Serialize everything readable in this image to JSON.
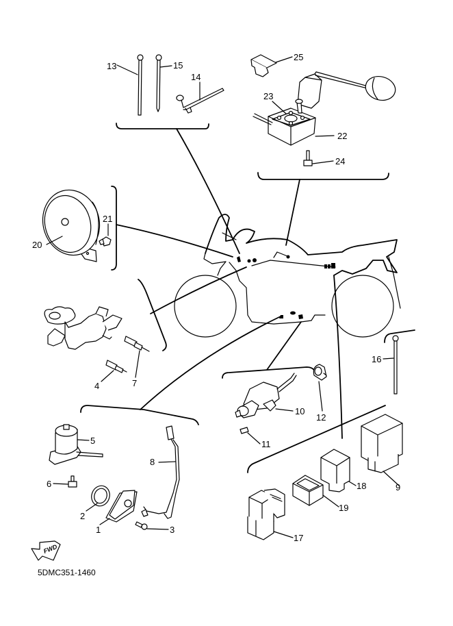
{
  "diagram": {
    "type": "exploded-parts-diagram",
    "subject": "motorcycle electrical components",
    "drawing_code": "5DMC351-1460",
    "direction_indicator": "FWD",
    "colors": {
      "line": "#000000",
      "background": "#ffffff"
    }
  },
  "parts": [
    {
      "ref": "1",
      "label": "1",
      "description": "switch body (mounted plate)"
    },
    {
      "ref": "2",
      "label": "2",
      "description": "o-ring"
    },
    {
      "ref": "3",
      "label": "3",
      "description": "screw"
    },
    {
      "ref": "4",
      "label": "4",
      "description": "sender unit"
    },
    {
      "ref": "5",
      "label": "5",
      "description": "solenoid / switch"
    },
    {
      "ref": "6",
      "label": "6",
      "description": "bolt"
    },
    {
      "ref": "7",
      "label": "7",
      "description": "thermo switch"
    },
    {
      "ref": "8",
      "label": "8",
      "description": "lead wire"
    },
    {
      "ref": "9",
      "label": "9",
      "description": "relay"
    },
    {
      "ref": "10",
      "label": "10",
      "description": "switch assembly"
    },
    {
      "ref": "11",
      "label": "11",
      "description": "screw"
    },
    {
      "ref": "12",
      "label": "12",
      "description": "clamp"
    },
    {
      "ref": "13",
      "label": "13",
      "description": "cable tie"
    },
    {
      "ref": "14",
      "label": "14",
      "description": "band / holder"
    },
    {
      "ref": "15",
      "label": "15",
      "description": "cable tie"
    },
    {
      "ref": "16",
      "label": "16",
      "description": "cable tie"
    },
    {
      "ref": "17",
      "label": "17",
      "description": "relay assembly"
    },
    {
      "ref": "18",
      "label": "18",
      "description": "relay"
    },
    {
      "ref": "19",
      "label": "19",
      "description": "relay cover"
    },
    {
      "ref": "20",
      "label": "20",
      "description": "horn"
    },
    {
      "ref": "21",
      "label": "21",
      "description": "bolt"
    },
    {
      "ref": "22",
      "label": "22",
      "description": "fuel sender unit"
    },
    {
      "ref": "23",
      "label": "23",
      "description": "gasket"
    },
    {
      "ref": "24",
      "label": "24",
      "description": "bolt"
    },
    {
      "ref": "25",
      "label": "25",
      "description": "cap"
    }
  ]
}
